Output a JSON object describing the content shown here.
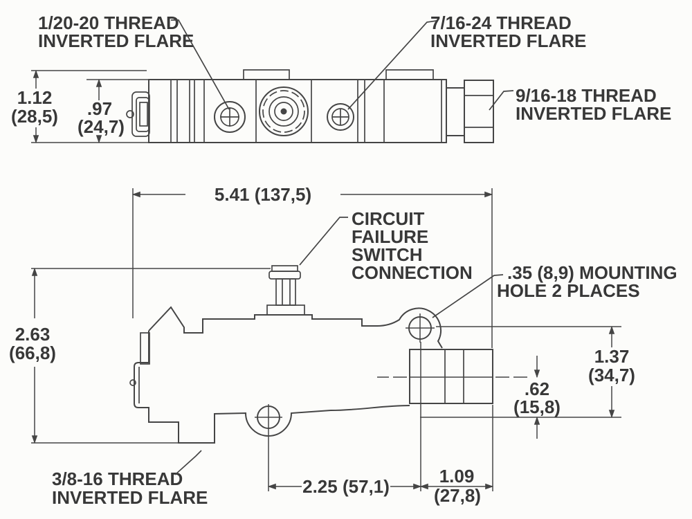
{
  "labels": {
    "thread_top_left": {
      "l1": "1/20-20 THREAD",
      "l2": "INVERTED FLARE"
    },
    "thread_top_right": {
      "l1": "7/16-24 THREAD",
      "l2": "INVERTED FLARE"
    },
    "thread_right": {
      "l1": "9/16-18 THREAD",
      "l2": "INVERTED FLARE"
    },
    "thread_bottom_left": {
      "l1": "3/8-16 THREAD",
      "l2": "INVERTED FLARE"
    },
    "switch_connection": {
      "l1": "CIRCUIT",
      "l2": "FAILURE",
      "l3": "SWITCH",
      "l4": "CONNECTION"
    },
    "mounting_hole": {
      "l1": ".35 (8,9) MOUNTING",
      "l2": "HOLE 2 PLACES"
    }
  },
  "dimensions": {
    "overall_height_top": {
      "in": "1.12",
      "mm": "(28,5)"
    },
    "body_height_top": {
      "in": ".97",
      "mm": "(24,7)"
    },
    "overall_length": "5.41 (137,5)",
    "overall_height_side": {
      "in": "2.63",
      "mm": "(66,8)"
    },
    "mount_hole_vertical": {
      "in": "1.37",
      "mm": "(34,7)"
    },
    "outlet_offset": {
      "in": ".62",
      "mm": "(15,8)"
    },
    "mount_hole_horizontal": "2.25 (57,1)",
    "end_to_hole": {
      "in": "1.09",
      "mm": "(27,8)"
    }
  },
  "colors": {
    "line": "#454545",
    "text": "#383838",
    "background": "#fcfcfa"
  }
}
